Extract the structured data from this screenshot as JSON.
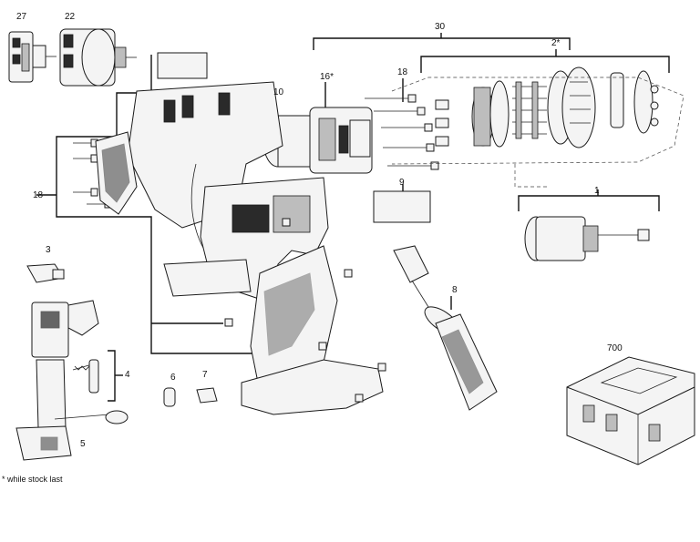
{
  "labels": {
    "p27": "27",
    "p22": "22",
    "p30": "30",
    "p2": "2*",
    "p16": "16*",
    "p18_top": "18",
    "p10": "10",
    "p18_left": "18",
    "p9": "9",
    "p1": "1",
    "p3": "3",
    "p8": "8",
    "p4": "4",
    "p6": "6",
    "p7": "7",
    "p5": "5",
    "p700": "700"
  },
  "footnote": "* while stock last"
}
